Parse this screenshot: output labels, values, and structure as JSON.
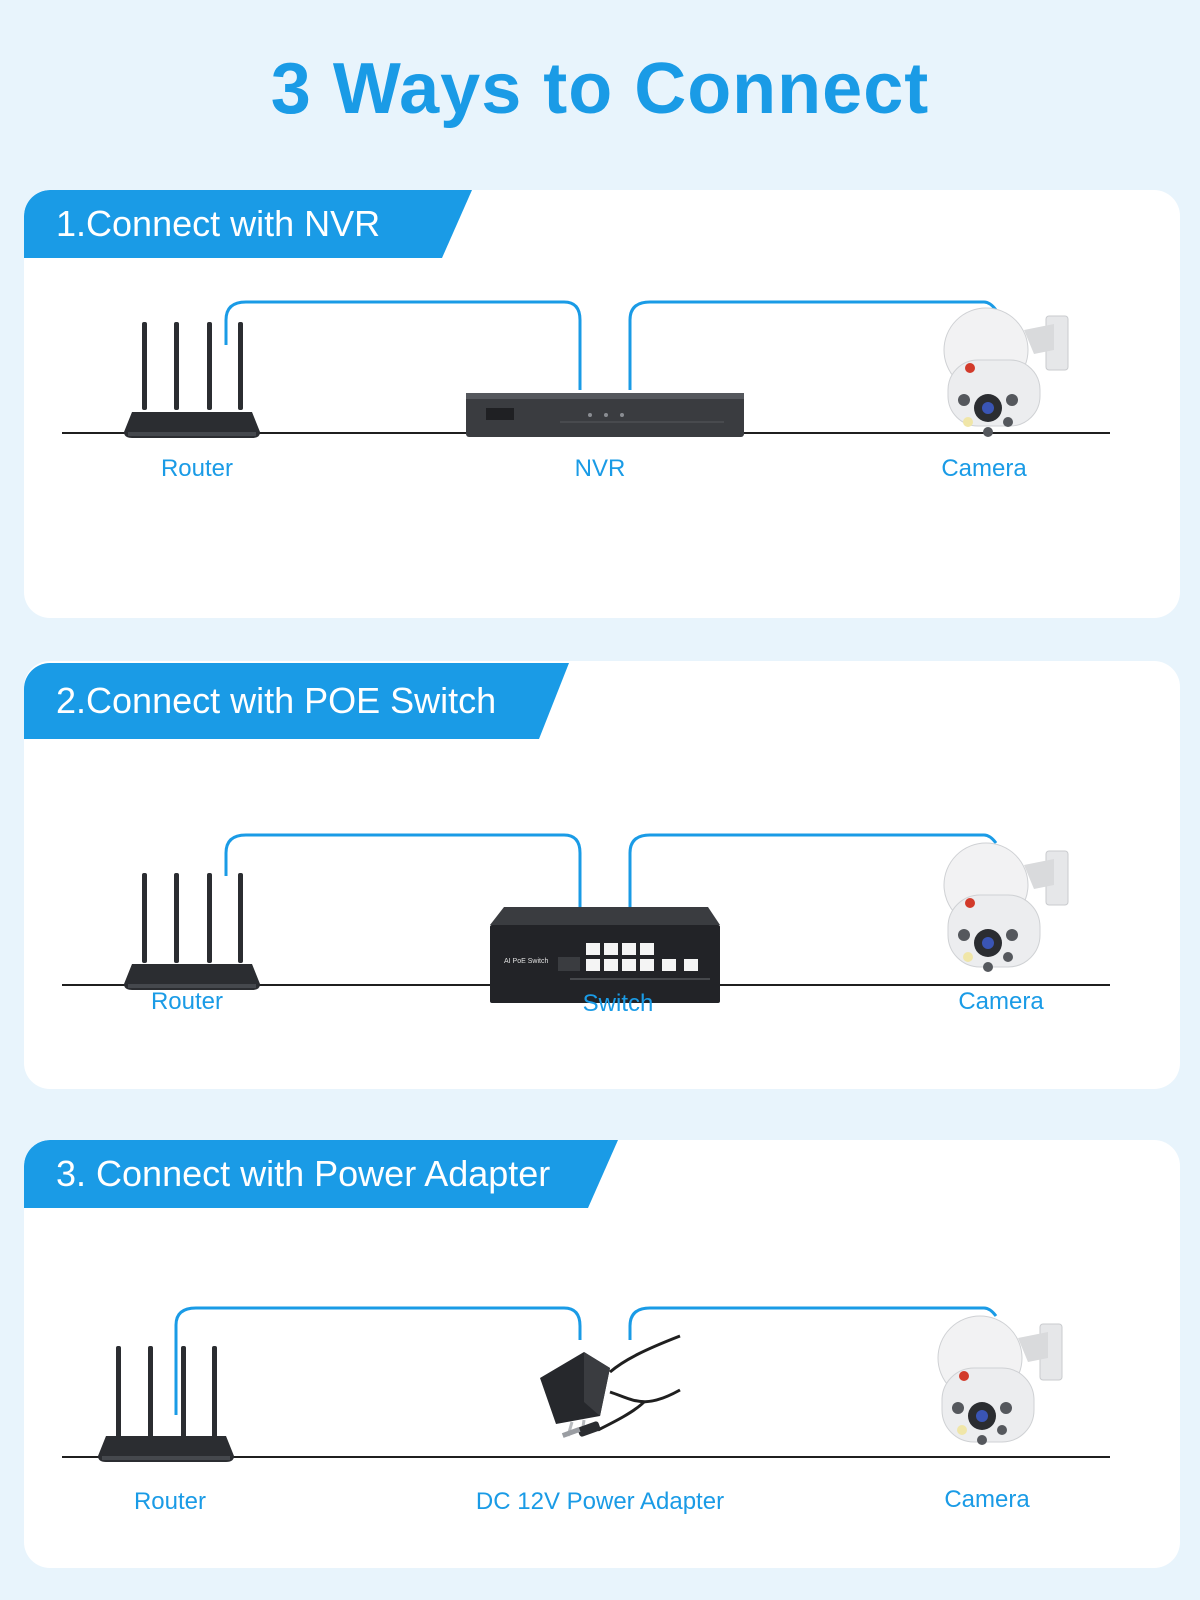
{
  "title": "3 Ways to Connect",
  "colors": {
    "accent": "#1a9be6",
    "background": "#e8f4fc",
    "panel": "#ffffff",
    "device_dark": "#2b2d31",
    "baseline": "#1f1f1f"
  },
  "panels": [
    {
      "header": "1.Connect with NVR",
      "devices": [
        {
          "label": "Router",
          "icon": "router-icon"
        },
        {
          "label": "NVR",
          "icon": "nvr-icon"
        },
        {
          "label": "Camera",
          "icon": "ptz-camera-icon"
        }
      ]
    },
    {
      "header": "2.Connect with POE Switch",
      "devices": [
        {
          "label": "Router",
          "icon": "router-icon"
        },
        {
          "label": "Switch",
          "icon": "poe-switch-icon"
        },
        {
          "label": "Camera",
          "icon": "ptz-camera-icon"
        }
      ],
      "switch_front_text": "AI PoE Switch"
    },
    {
      "header": "3. Connect with Power Adapter",
      "devices": [
        {
          "label": "Router",
          "icon": "router-icon"
        },
        {
          "label": "DC 12V Power Adapter",
          "icon": "power-adapter-icon"
        },
        {
          "label": "Camera",
          "icon": "ptz-camera-icon"
        }
      ]
    }
  ]
}
